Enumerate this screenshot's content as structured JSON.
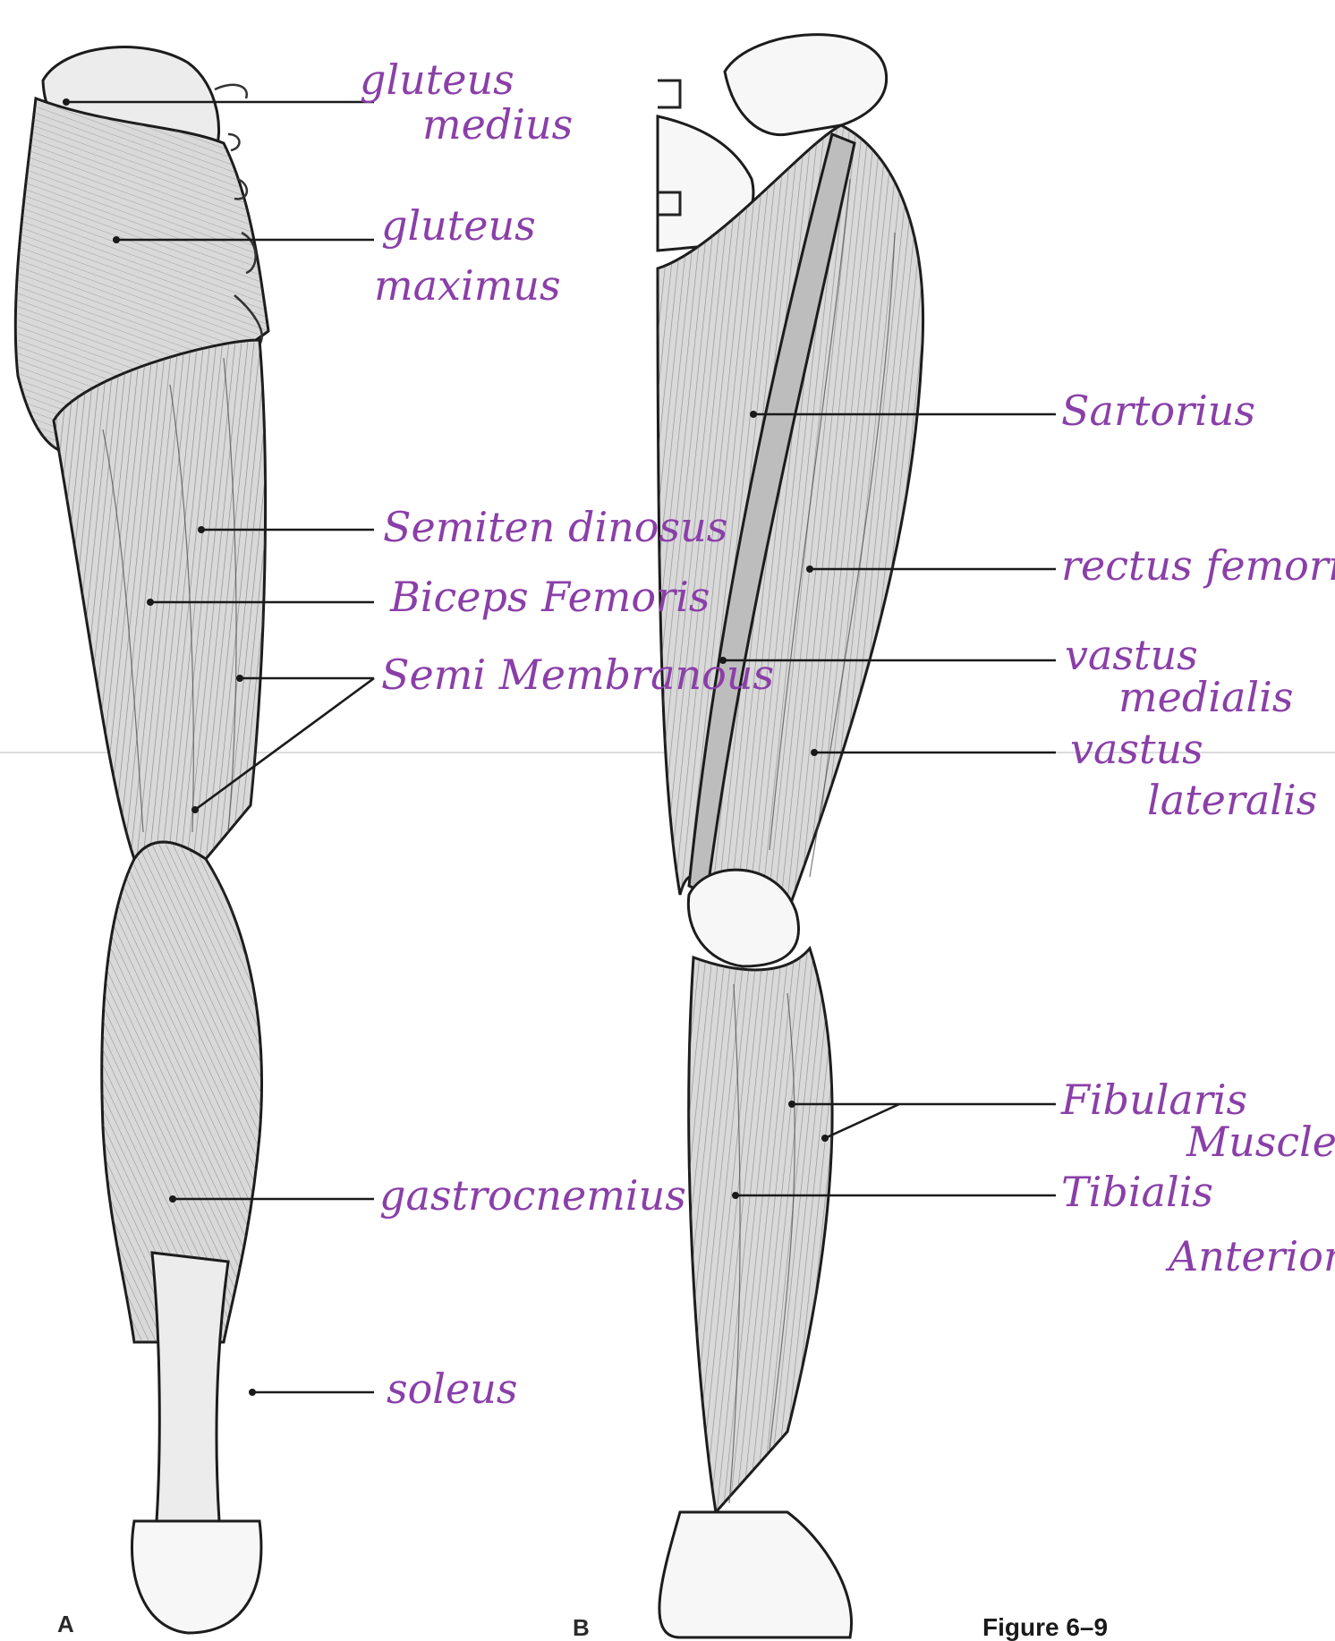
{
  "panels": {
    "a": {
      "letter": "A"
    },
    "b": {
      "letter": "B"
    }
  },
  "caption": "Figure 6–9",
  "labels_posterior": {
    "gluteus_medius_1": "gluteus",
    "gluteus_medius_2": "medius",
    "gluteus_maximus_1": "gluteus",
    "gluteus_maximus_2": "maximus",
    "semitendinosus": "Semiten dinosus",
    "biceps_femoris": "Biceps Femoris",
    "semimembranous": "Semi Membranous",
    "gastrocnemius": "gastrocnemius",
    "soleus": "soleus"
  },
  "labels_anterior": {
    "sartorius": "Sartorius",
    "rectus_femoris": "rectus femoris",
    "vastus_medialis_1": "vastus",
    "vastus_medialis_2": "medialis",
    "vastus_lateralis_1": "vastus",
    "vastus_lateralis_2": "lateralis",
    "fibularis_1": "Fibularis",
    "fibularis_2": "Muscles",
    "tibialis_1": "Tibialis",
    "tibialis_2": "Anterior"
  }
}
